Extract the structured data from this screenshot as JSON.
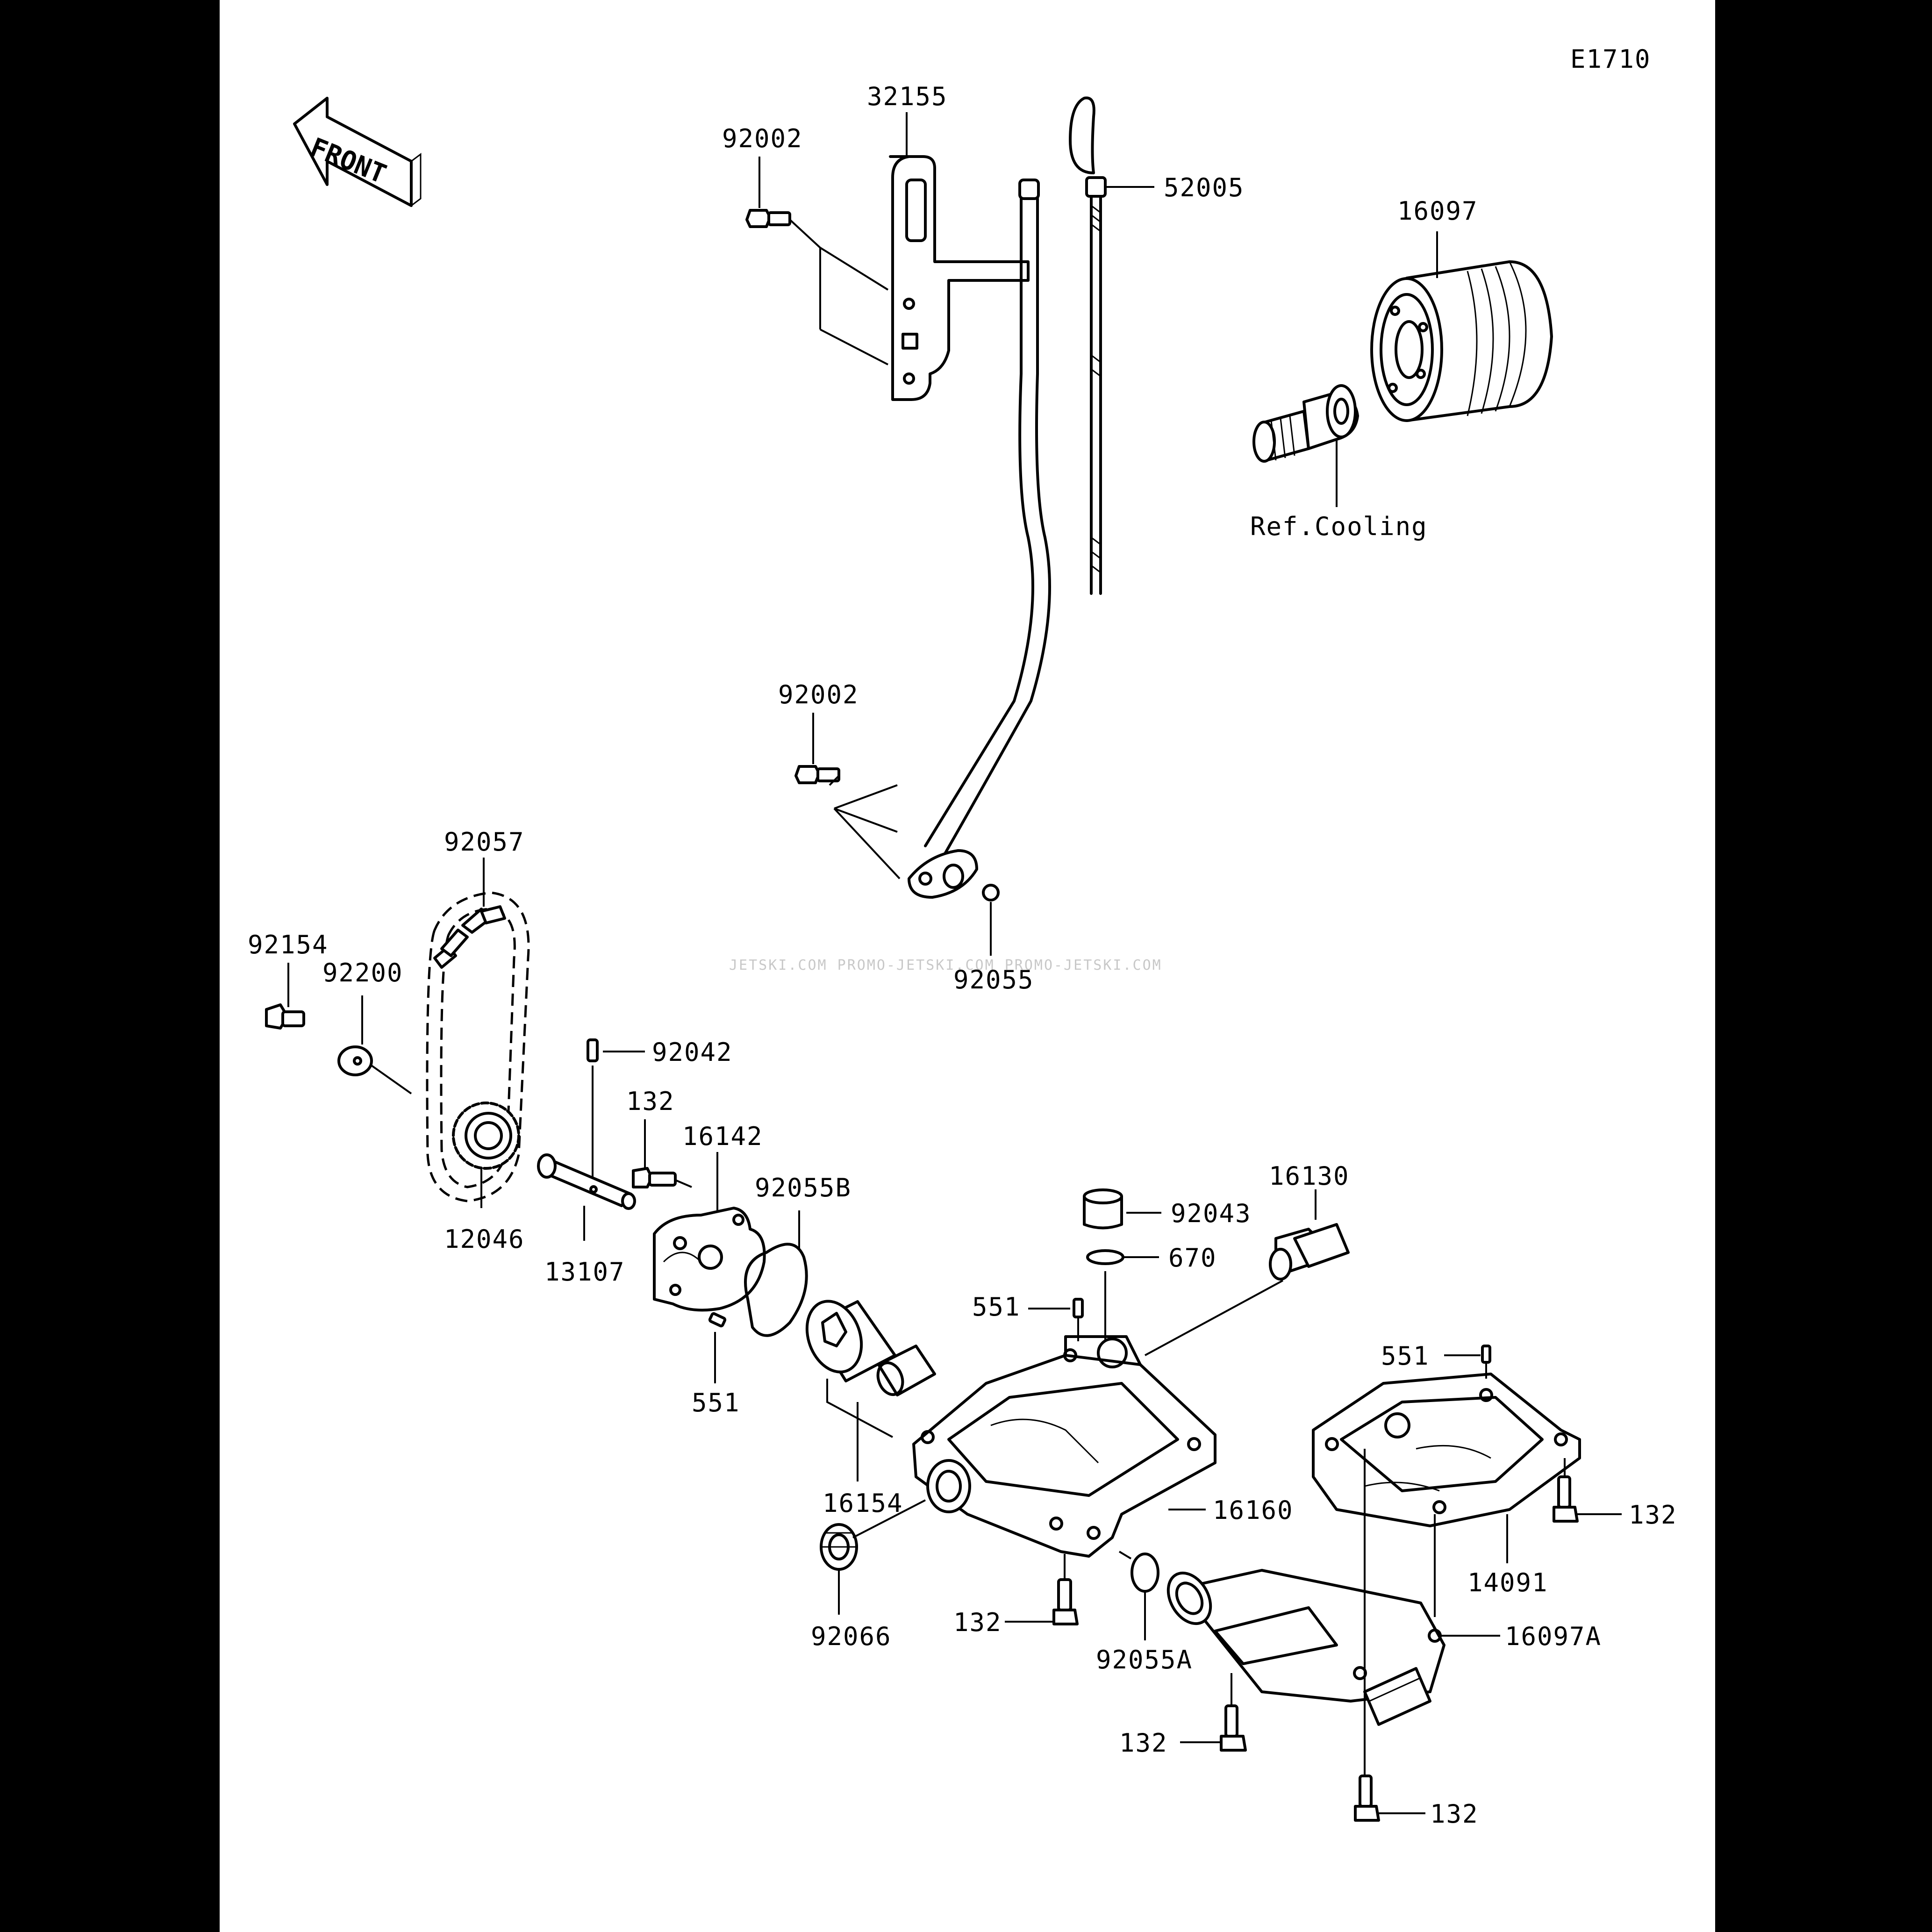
{
  "diagram_code": "E1710",
  "front_arrow_text": "FRONT",
  "watermark": "JETSKI.COM  PROMO-JETSKI.COM  PROMO-JETSKI.COM",
  "ref_note": "Ref.Cooling",
  "labels": {
    "p32155": "32155",
    "p92002a": "92002",
    "p52005": "52005",
    "p16097": "16097",
    "p92002b": "92002",
    "p92055": "92055",
    "p92057": "92057",
    "p92154": "92154",
    "p92200": "92200",
    "p92042": "92042",
    "p132a": "132",
    "p16142": "16142",
    "p92055B": "92055B",
    "p12046": "12046",
    "p13107": "13107",
    "p16130": "16130",
    "p92043": "92043",
    "p670": "670",
    "p551a": "551",
    "p551b": "551",
    "p551c": "551",
    "p16154": "16154",
    "p16160": "16160",
    "p132b": "132",
    "p14091": "14091",
    "p92066": "92066",
    "p132c": "132",
    "p92055A": "92055A",
    "p16097A": "16097A",
    "p132d": "132",
    "p132e": "132"
  }
}
